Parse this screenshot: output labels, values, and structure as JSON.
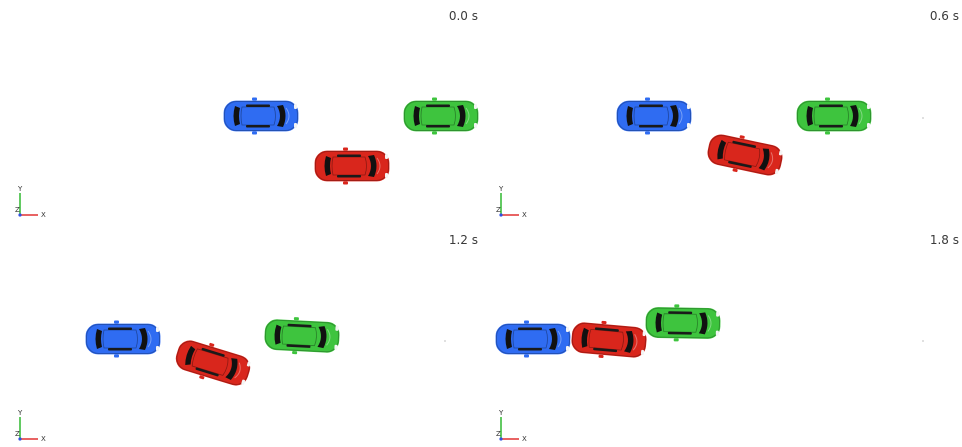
{
  "colors": {
    "blue_car": "#2f6cf2",
    "red_car": "#d9261c",
    "green_car": "#3ec43e",
    "axis_x": "#e03030",
    "axis_y": "#2fb82f",
    "axis_z": "#3050e0"
  },
  "axis_triad": {
    "x_label": "X",
    "y_label": "Y",
    "z_label": "Z"
  },
  "panels": [
    {
      "time": "0.0 s"
    },
    {
      "time": "0.6 s"
    },
    {
      "time": "1.2 s"
    },
    {
      "time": "1.8 s"
    }
  ]
}
